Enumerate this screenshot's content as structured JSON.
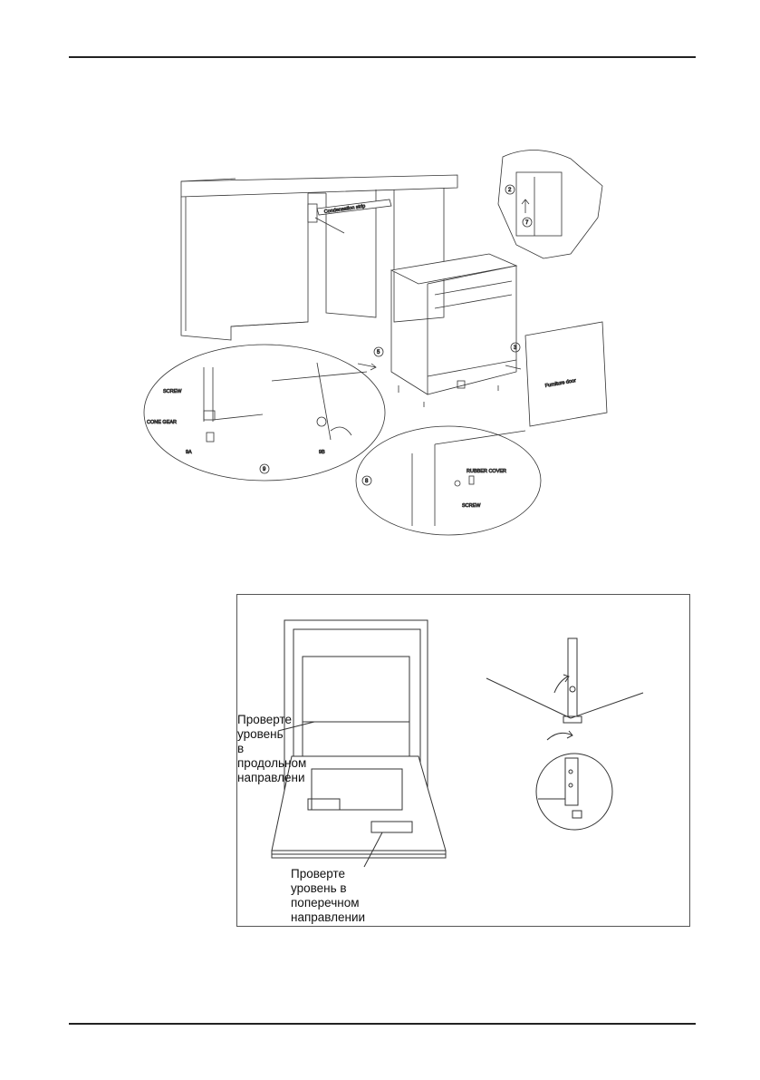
{
  "figure1": {
    "callouts": {
      "screw_top": "SCREW",
      "cone_gear": "CONE GEAR",
      "step_9a": "9A",
      "step_9b": "9B",
      "rubber_cover": "RUBBER COVER",
      "screw_bottom": "SCREW",
      "furniture_door": "Furniture door",
      "condensation_strip": "Condensation strip"
    },
    "step_numbers": {
      "n2": "2",
      "n7": "7",
      "n5": "5",
      "n3": "3",
      "n9": "9",
      "n8": "8"
    }
  },
  "figure2": {
    "longitudinal_label": [
      "Проверте",
      "уровень",
      "в",
      "продольном",
      "направлени"
    ],
    "transverse_label": [
      "Проверте",
      "уровень в",
      "поперечном",
      "направлении"
    ]
  }
}
